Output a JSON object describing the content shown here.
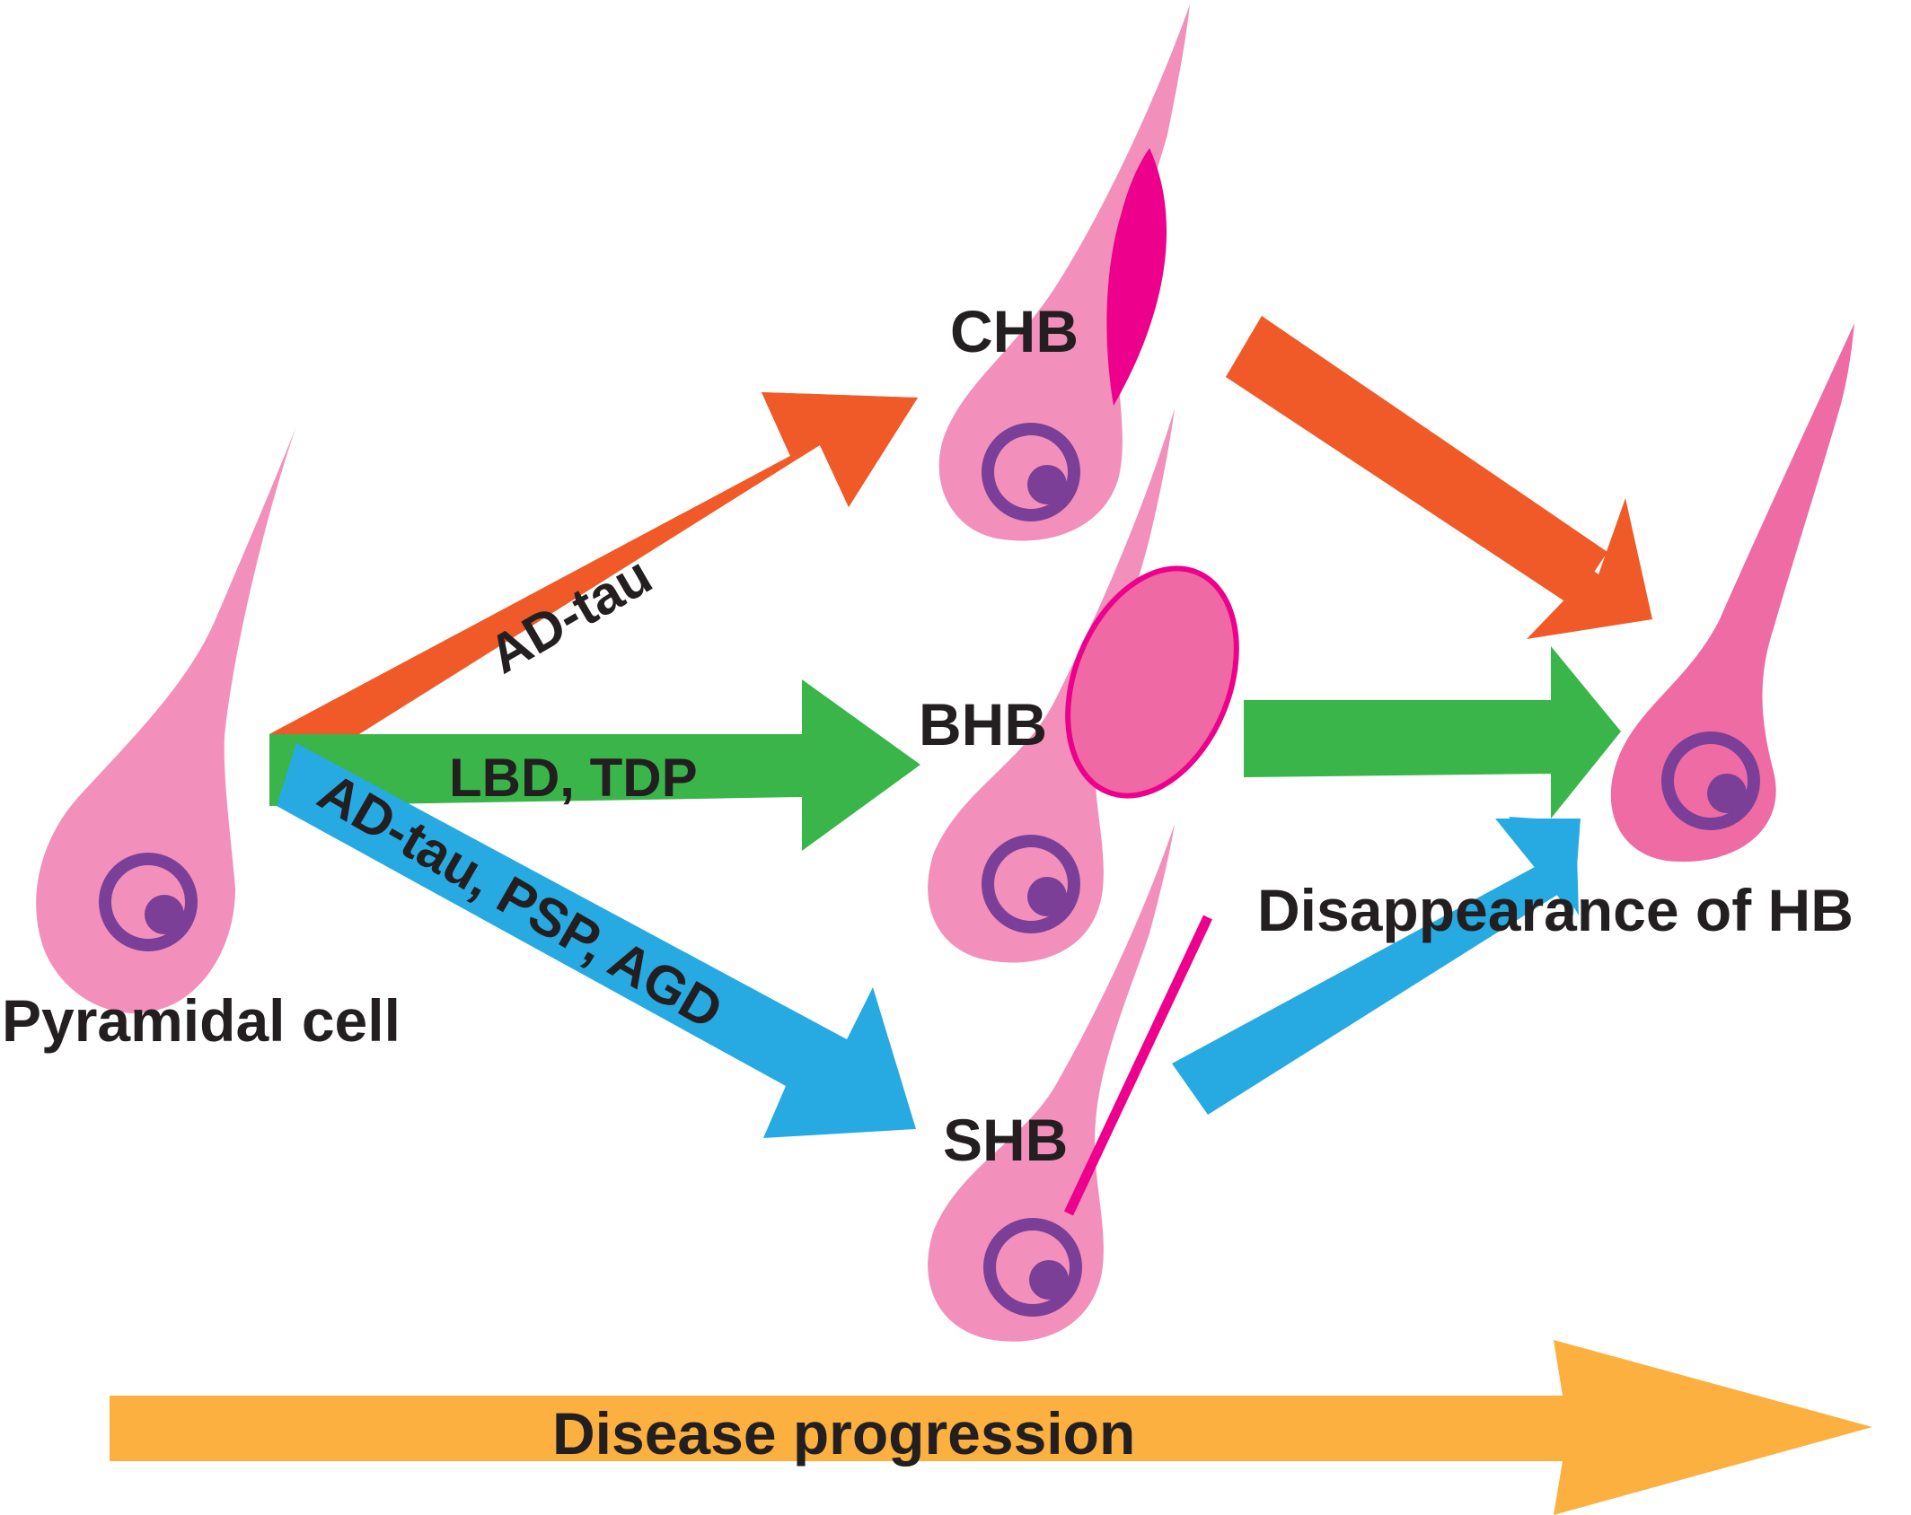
{
  "labels": {
    "pyramidal_cell": "Pyramidal cell",
    "chb": "CHB",
    "bhb": "BHB",
    "shb": "SHB",
    "disappearance": "Disappearance of HB",
    "disease_progression": "Disease progression"
  },
  "pathways": {
    "to_chb": "AD-tau",
    "to_bhb": "LBD, TDP",
    "to_shb": "AD-tau, PSP, AGD"
  },
  "colors": {
    "cell_body": "#f28fba",
    "cell_final": "#ee6ba4",
    "nucleus_ring": "#7b3f98",
    "hirano_body": "#ec008c",
    "bhb_fill": "#ef6aa4",
    "arrow_orange": "#f05a28",
    "arrow_green": "#39b54a",
    "arrow_blue": "#27aae1",
    "progression": "#fbb040",
    "text": "#231f20"
  }
}
